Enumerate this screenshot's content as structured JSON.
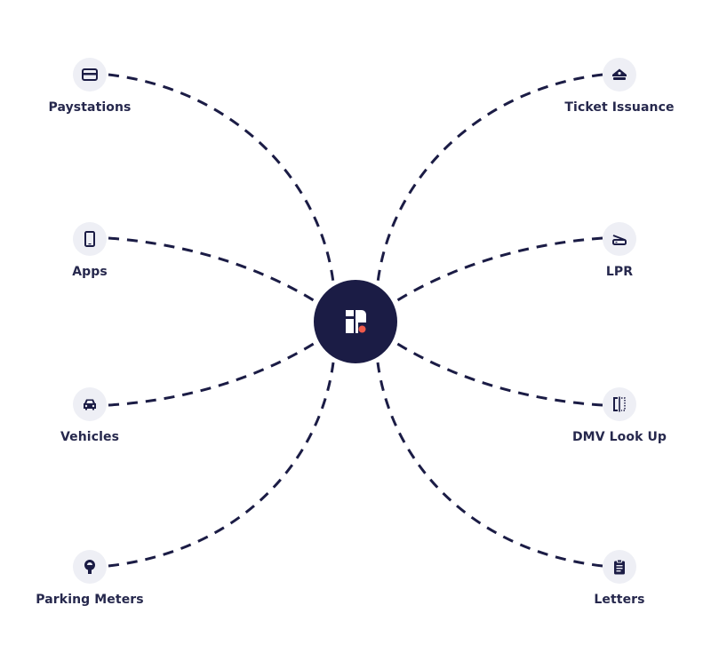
{
  "colors": {
    "hub": "#1b1c45",
    "accent": "#ef5a4b",
    "line": "#1b1c45",
    "badge": "#eeeff5",
    "text": "#26284d"
  },
  "hub": {
    "icon": "brand-logo-icon"
  },
  "nodes": [
    {
      "id": "paystations",
      "label": "Paystations",
      "icon": "credit-card-icon",
      "side": "left"
    },
    {
      "id": "apps",
      "label": "Apps",
      "icon": "mobile-phone-icon",
      "side": "left"
    },
    {
      "id": "vehicles",
      "label": "Vehicles",
      "icon": "car-icon",
      "side": "left"
    },
    {
      "id": "parking-meters",
      "label": "Parking Meters",
      "icon": "parking-meter-icon",
      "side": "left"
    },
    {
      "id": "ticket-issuance",
      "label": "Ticket Issuance",
      "icon": "police-hat-icon",
      "side": "right"
    },
    {
      "id": "lpr",
      "label": "LPR",
      "icon": "scanner-icon",
      "side": "right"
    },
    {
      "id": "dmv-look-up",
      "label": "DMV Look Up",
      "icon": "id-lookup-icon",
      "side": "right"
    },
    {
      "id": "letters",
      "label": "Letters",
      "icon": "clipboard-icon",
      "side": "right"
    }
  ]
}
